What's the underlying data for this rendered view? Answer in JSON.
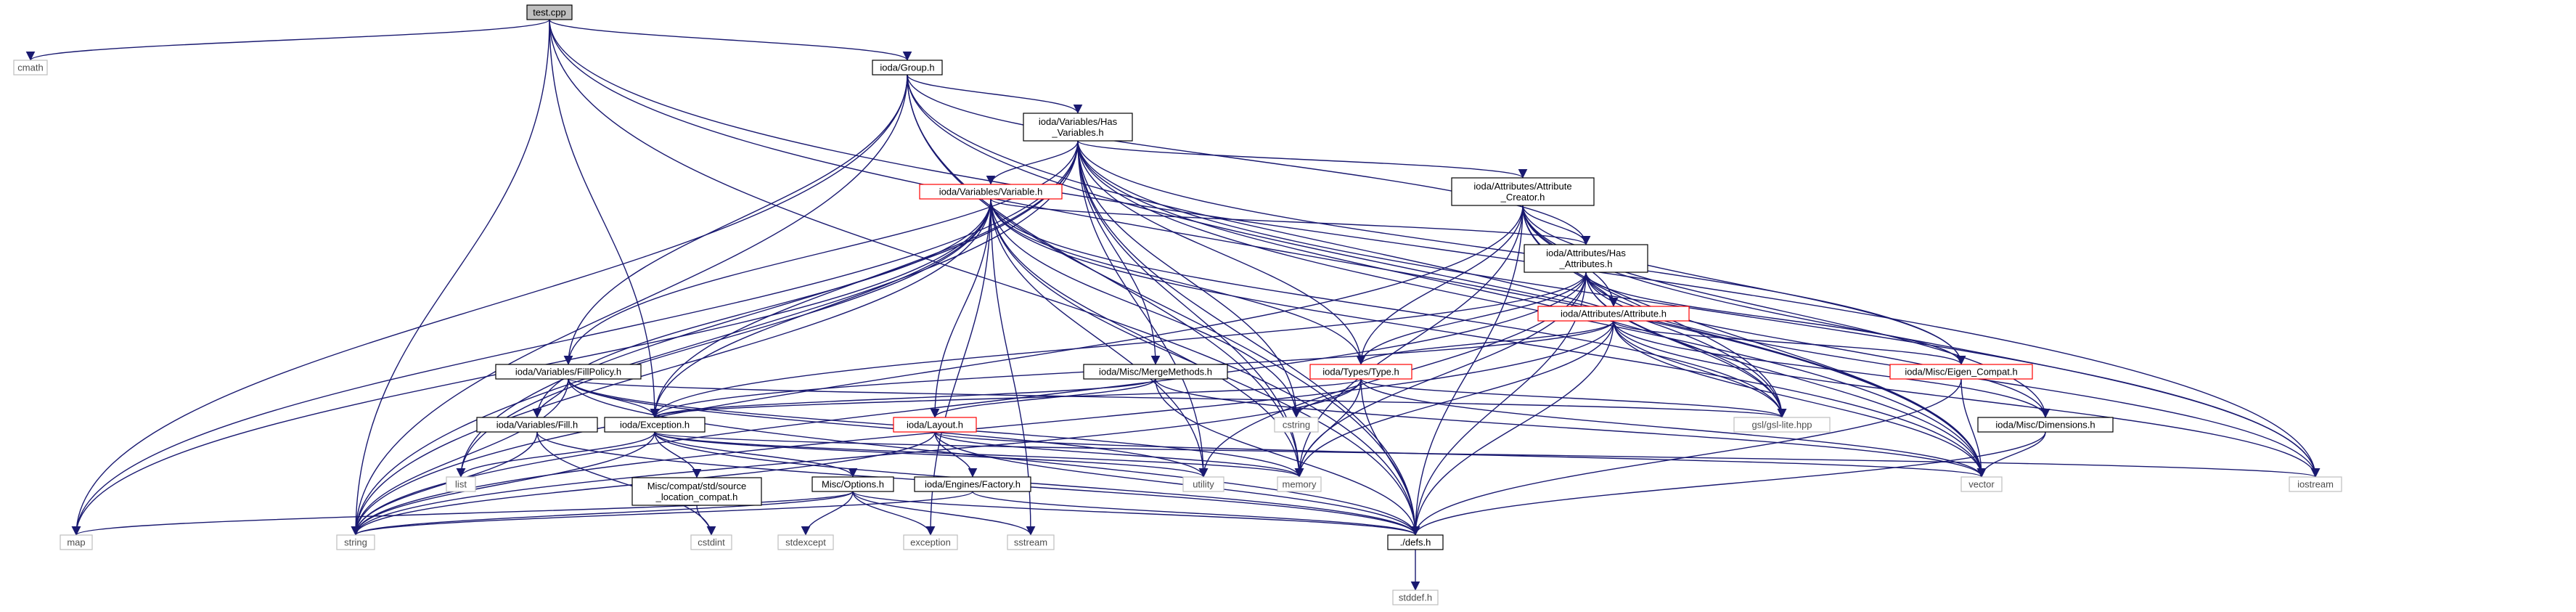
{
  "title": "test.cpp",
  "colors": {
    "edge": "#191970",
    "node_border": "#000000",
    "red_border": "#ff0000",
    "system_border": "#bfbfbf",
    "root_fill": "#bfbfbf",
    "fill": "#ffffff"
  },
  "nodes": [
    {
      "id": "test_cpp",
      "label": "test.cpp",
      "style": "root"
    },
    {
      "id": "cmath",
      "label": "cmath",
      "style": "system"
    },
    {
      "id": "group",
      "label": "ioda/Group.h",
      "style": "normal"
    },
    {
      "id": "has_vars",
      "lines": [
        "ioda/Variables/Has",
        "_Variables.h"
      ],
      "style": "normal"
    },
    {
      "id": "map",
      "label": "map",
      "style": "system"
    },
    {
      "id": "string",
      "label": "string",
      "style": "system"
    },
    {
      "id": "variable",
      "label": "ioda/Variables/Variable.h",
      "style": "red"
    },
    {
      "id": "attr_creator",
      "lines": [
        "ioda/Attributes/Attribute",
        "_Creator.h"
      ],
      "style": "normal"
    },
    {
      "id": "has_attrs",
      "lines": [
        "ioda/Attributes/Has",
        "_Attributes.h"
      ],
      "style": "normal"
    },
    {
      "id": "attribute",
      "label": "ioda/Attributes/Attribute.h",
      "style": "red"
    },
    {
      "id": "fillpolicy",
      "label": "ioda/Variables/FillPolicy.h",
      "style": "normal"
    },
    {
      "id": "mergemethods",
      "label": "ioda/Misc/MergeMethods.h",
      "style": "normal"
    },
    {
      "id": "type",
      "label": "ioda/Types/Type.h",
      "style": "red"
    },
    {
      "id": "eigen",
      "label": "ioda/Misc/Eigen_Compat.h",
      "style": "red"
    },
    {
      "id": "fill",
      "label": "ioda/Variables/Fill.h",
      "style": "normal"
    },
    {
      "id": "exception",
      "label": "ioda/Exception.h",
      "style": "normal"
    },
    {
      "id": "layout",
      "label": "ioda/Layout.h",
      "style": "red"
    },
    {
      "id": "cstring",
      "label": "cstring",
      "style": "system"
    },
    {
      "id": "gsl",
      "label": "gsl/gsl-lite.hpp",
      "style": "system"
    },
    {
      "id": "dimensions",
      "label": "ioda/Misc/Dimensions.h",
      "style": "normal"
    },
    {
      "id": "list",
      "label": "list",
      "style": "system"
    },
    {
      "id": "srcloc",
      "lines": [
        "Misc/compat/std/source",
        "_location_compat.h"
      ],
      "style": "normal"
    },
    {
      "id": "utility",
      "label": "utility",
      "style": "system"
    },
    {
      "id": "memory",
      "label": "memory",
      "style": "system"
    },
    {
      "id": "vector",
      "label": "vector",
      "style": "system"
    },
    {
      "id": "iostream",
      "label": "iostream",
      "style": "system"
    },
    {
      "id": "options",
      "label": "Misc/Options.h",
      "style": "normal"
    },
    {
      "id": "factory",
      "label": "ioda/Engines/Factory.h",
      "style": "normal"
    },
    {
      "id": "cstdint",
      "label": "cstdint",
      "style": "system"
    },
    {
      "id": "stdexcept",
      "label": "stdexcept",
      "style": "system"
    },
    {
      "id": "exception_std",
      "label": "exception",
      "style": "system"
    },
    {
      "id": "sstream",
      "label": "sstream",
      "style": "system"
    },
    {
      "id": "defs",
      "label": "./defs.h",
      "style": "normal"
    },
    {
      "id": "stddef",
      "label": "stddef.h",
      "style": "system"
    }
  ],
  "edges": [
    [
      "test_cpp",
      "cmath"
    ],
    [
      "test_cpp",
      "group"
    ],
    [
      "test_cpp",
      "exception"
    ],
    [
      "test_cpp",
      "vector"
    ],
    [
      "test_cpp",
      "iostream"
    ],
    [
      "test_cpp",
      "defs"
    ],
    [
      "test_cpp",
      "string"
    ],
    [
      "group",
      "has_vars"
    ],
    [
      "group",
      "has_attrs"
    ],
    [
      "group",
      "fillpolicy"
    ],
    [
      "group",
      "map"
    ],
    [
      "group",
      "gsl"
    ],
    [
      "group",
      "vector"
    ],
    [
      "group",
      "defs"
    ],
    [
      "group",
      "memory"
    ],
    [
      "group",
      "string"
    ],
    [
      "has_vars",
      "variable"
    ],
    [
      "has_vars",
      "attr_creator"
    ],
    [
      "has_vars",
      "fillpolicy"
    ],
    [
      "has_vars",
      "mergemethods"
    ],
    [
      "has_vars",
      "type"
    ],
    [
      "has_vars",
      "eigen"
    ],
    [
      "has_vars",
      "exception"
    ],
    [
      "has_vars",
      "gsl"
    ],
    [
      "has_vars",
      "map"
    ],
    [
      "has_vars",
      "string"
    ],
    [
      "has_vars",
      "memory"
    ],
    [
      "has_vars",
      "vector"
    ],
    [
      "has_vars",
      "iostream"
    ],
    [
      "has_vars",
      "defs"
    ],
    [
      "has_vars",
      "list"
    ],
    [
      "has_vars",
      "cstring"
    ],
    [
      "has_vars",
      "utility"
    ],
    [
      "variable",
      "has_attrs"
    ],
    [
      "variable",
      "type"
    ],
    [
      "variable",
      "exception"
    ],
    [
      "variable",
      "gsl"
    ],
    [
      "variable",
      "string"
    ],
    [
      "variable",
      "map"
    ],
    [
      "variable",
      "vector"
    ],
    [
      "variable",
      "memory"
    ],
    [
      "variable",
      "list"
    ],
    [
      "variable",
      "defs"
    ],
    [
      "variable",
      "cstring"
    ],
    [
      "variable",
      "layout"
    ],
    [
      "variable",
      "utility"
    ],
    [
      "variable",
      "sstream"
    ],
    [
      "variable",
      "exception_std"
    ],
    [
      "variable",
      "fill"
    ],
    [
      "attr_creator",
      "has_attrs"
    ],
    [
      "attr_creator",
      "attribute"
    ],
    [
      "attr_creator",
      "type"
    ],
    [
      "attr_creator",
      "eigen"
    ],
    [
      "attr_creator",
      "gsl"
    ],
    [
      "attr_creator",
      "dimensions"
    ],
    [
      "attr_creator",
      "vector"
    ],
    [
      "attr_creator",
      "iostream"
    ],
    [
      "attr_creator",
      "memory"
    ],
    [
      "attr_creator",
      "defs"
    ],
    [
      "attr_creator",
      "string"
    ],
    [
      "has_attrs",
      "attribute"
    ],
    [
      "has_attrs",
      "type"
    ],
    [
      "has_attrs",
      "eigen"
    ],
    [
      "has_attrs",
      "exception"
    ],
    [
      "has_attrs",
      "gsl"
    ],
    [
      "has_attrs",
      "dimensions"
    ],
    [
      "has_attrs",
      "vector"
    ],
    [
      "has_attrs",
      "iostream"
    ],
    [
      "has_attrs",
      "memory"
    ],
    [
      "has_attrs",
      "defs"
    ],
    [
      "has_attrs",
      "string"
    ],
    [
      "has_attrs",
      "utility"
    ],
    [
      "attribute",
      "type"
    ],
    [
      "attribute",
      "eigen"
    ],
    [
      "attribute",
      "dimensions"
    ],
    [
      "attribute",
      "gsl"
    ],
    [
      "attribute",
      "vector"
    ],
    [
      "attribute",
      "memory"
    ],
    [
      "attribute",
      "defs"
    ],
    [
      "attribute",
      "iostream"
    ],
    [
      "attribute",
      "string"
    ],
    [
      "attribute",
      "exception"
    ],
    [
      "fillpolicy",
      "fill"
    ],
    [
      "fillpolicy",
      "exception"
    ],
    [
      "fillpolicy",
      "string"
    ],
    [
      "fillpolicy",
      "memory"
    ],
    [
      "fillpolicy",
      "utility"
    ],
    [
      "fillpolicy",
      "defs"
    ],
    [
      "fillpolicy",
      "gsl"
    ],
    [
      "mergemethods",
      "exception"
    ],
    [
      "mergemethods",
      "layout"
    ],
    [
      "mergemethods",
      "vector"
    ],
    [
      "mergemethods",
      "defs"
    ],
    [
      "type",
      "exception"
    ],
    [
      "type",
      "gsl"
    ],
    [
      "type",
      "vector"
    ],
    [
      "type",
      "memory"
    ],
    [
      "type",
      "defs"
    ],
    [
      "type",
      "cstring"
    ],
    [
      "type",
      "string"
    ],
    [
      "eigen",
      "vector"
    ],
    [
      "eigen",
      "defs"
    ],
    [
      "fill",
      "cstdint"
    ],
    [
      "fill",
      "string"
    ],
    [
      "fill",
      "defs"
    ],
    [
      "exception",
      "srcloc"
    ],
    [
      "exception",
      "options"
    ],
    [
      "exception",
      "list"
    ],
    [
      "exception",
      "string"
    ],
    [
      "exception",
      "utility"
    ],
    [
      "exception",
      "memory"
    ],
    [
      "exception",
      "defs"
    ],
    [
      "exception",
      "iostream"
    ],
    [
      "layout",
      "string"
    ],
    [
      "layout",
      "memory"
    ],
    [
      "layout",
      "vector"
    ],
    [
      "layout",
      "defs"
    ],
    [
      "layout",
      "factory"
    ],
    [
      "dimensions",
      "vector"
    ],
    [
      "dimensions",
      "defs"
    ],
    [
      "srcloc",
      "cstdint"
    ],
    [
      "options",
      "map"
    ],
    [
      "options",
      "string"
    ],
    [
      "options",
      "stdexcept"
    ],
    [
      "options",
      "exception_std"
    ],
    [
      "options",
      "sstream"
    ],
    [
      "options",
      "defs"
    ],
    [
      "factory",
      "defs"
    ],
    [
      "factory",
      "string"
    ],
    [
      "defs",
      "stddef"
    ]
  ]
}
